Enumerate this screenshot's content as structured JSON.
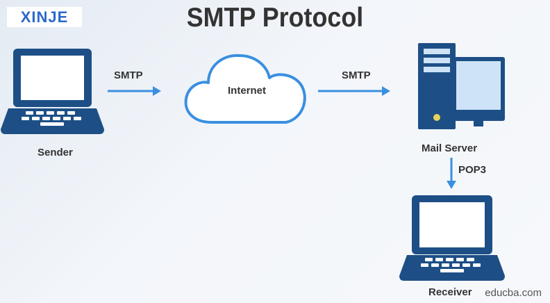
{
  "logo": {
    "text": "XINJE"
  },
  "title": "SMTP Protocol",
  "nodes": {
    "sender": "Sender",
    "internet": "Internet",
    "mail_server": "Mail Server",
    "receiver": "Receiver"
  },
  "edges": {
    "sender_to_internet": "SMTP",
    "internet_to_server": "SMTP",
    "server_to_receiver": "POP3"
  },
  "watermark": "educba.com",
  "colors": {
    "device_dark": "#1d4f86",
    "arrow": "#3a8fe0",
    "screen_light": "#cfe3f8",
    "accent_yellow": "#e7d15a"
  }
}
